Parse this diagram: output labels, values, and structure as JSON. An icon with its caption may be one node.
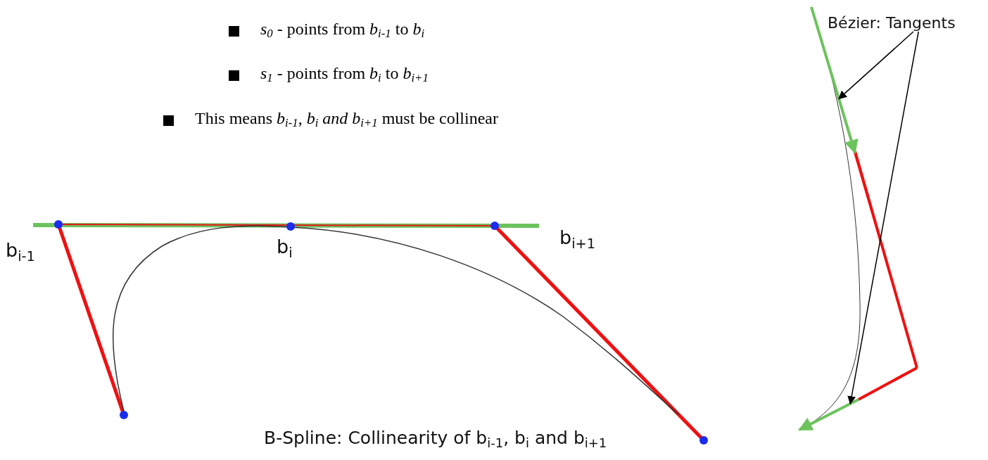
{
  "diagram": {
    "caption": "B-Spline: Collinearity of b$_{i-1}$, b$_{i}$ and b$_{i+1}$",
    "nodes": [
      {
        "text": [
          "Bézier: Tangents"
        ]
      },
      {
        "text": [],
        "shape": "line"
      },
      {
        "text": [],
        "shape": "line"
      }
    ],
    "edges": [
      {
        "from": 0,
        "to": 1,
        "arrow": "to"
      },
      {
        "from": 0,
        "to": 2,
        "arrow": "to"
      }
    ],
    "labels": [
      "*s*$_{0}$ - points from *b*$_{i-1}$ to *b*$_{i}$",
      "*s*$_{1}$ - points from *b*$_{i}$ to *b*$_{i+1}$",
      "This means *b*$_{i-1}$, *b*$_{i}$ *and* *b*$_{i+1}$ must be collinear",
      "b$_{i-1}$",
      "b$_{i}$",
      "b$_{i+1}$"
    ]
  }
}
